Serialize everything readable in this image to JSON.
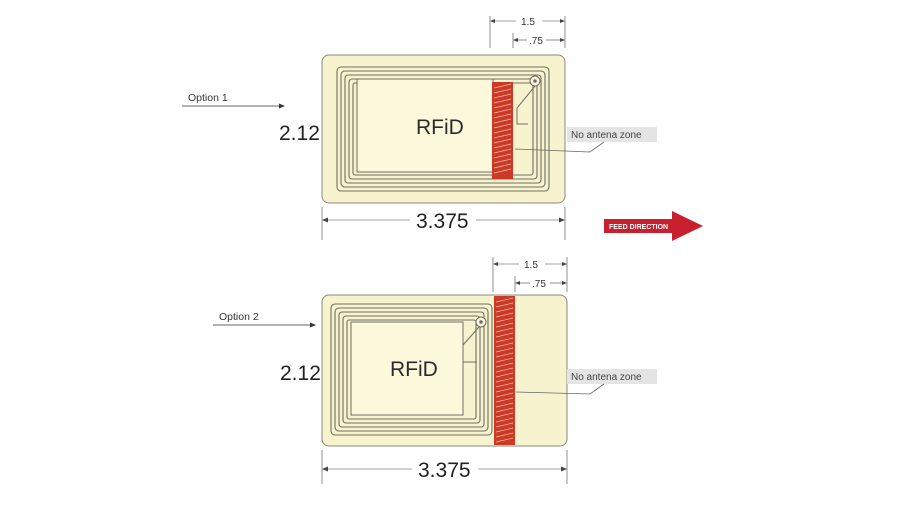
{
  "options": [
    {
      "label": "Option 1",
      "height": "2.12",
      "width": "3.375",
      "chip": "RFiD",
      "dim_outer": "1.5",
      "dim_inner": ".75",
      "zone_label": "No antena zone"
    },
    {
      "label": "Option 2",
      "height": "2.12",
      "width": "3.375",
      "chip": "RFiD",
      "dim_outer": "1.5",
      "dim_inner": ".75",
      "zone_label": "No antena zone"
    }
  ],
  "feed_direction": "FEED DIRECTION",
  "colors": {
    "card_fill": "#f7f3cf",
    "card_stroke": "#8a8a7c",
    "antenna": "#6f6f62",
    "no_antenna_zone": "#cc3a25",
    "feed_arrow": "#c8202f",
    "zone_label_bg": "#e4e4e4"
  }
}
